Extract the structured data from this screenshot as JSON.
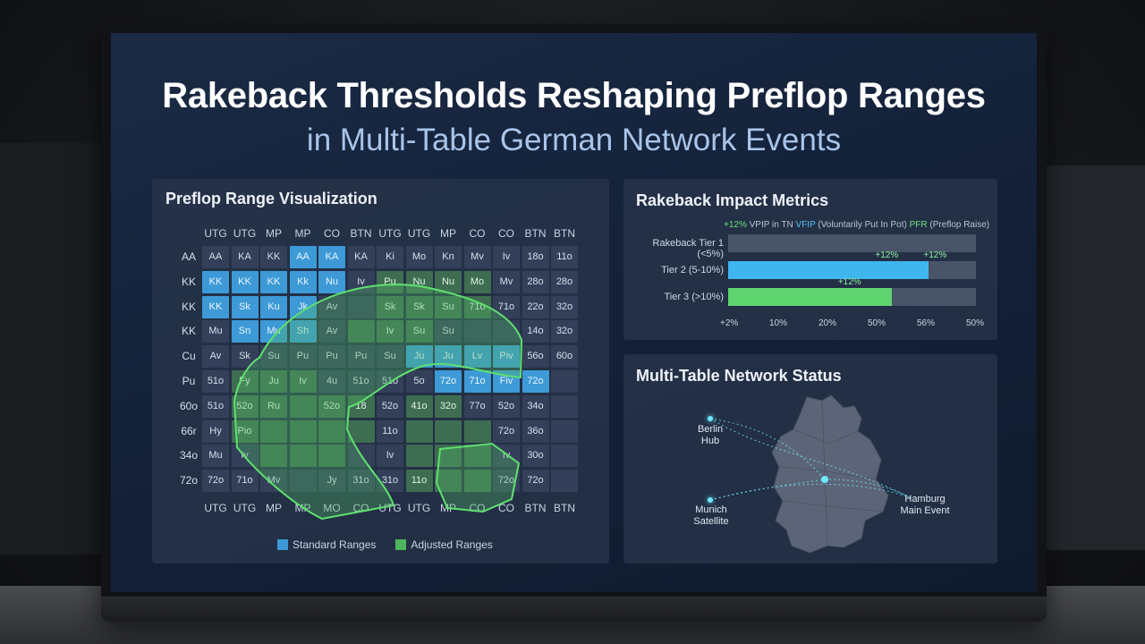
{
  "title": "Rakeback Thresholds Reshaping Preflop Ranges",
  "subtitle": "in Multi-Table German Network Events",
  "range_panel": {
    "title": "Preflop Range Visualization",
    "top_headers": [
      "UTG",
      "UTG",
      "MP",
      "MP",
      "CO",
      "BTN",
      "UTG",
      "UTG",
      "MP",
      "CO",
      "CO",
      "BTN",
      "BTN"
    ],
    "bottom_headers": [
      "UTG",
      "UTG",
      "MP",
      "MP",
      "MO",
      "CO",
      "UTG",
      "UTG",
      "MP",
      "CO",
      "CO",
      "BTN",
      "BTN"
    ],
    "row_labels": [
      "AA",
      "KK",
      "KK",
      "KK",
      "Cu",
      "Pu",
      "60o",
      "66r",
      "34o",
      "72o"
    ],
    "rows": [
      [
        "AA",
        "KA",
        "KK",
        "AA",
        "KA",
        "KA",
        "Ki",
        "Mo",
        "Kn",
        "Mv",
        "Iv",
        "18o",
        "11o"
      ],
      [
        "KK",
        "KK",
        "KK",
        "Kk",
        "Nu",
        "Iv",
        "Pu",
        "Nu",
        "Nu",
        "Mo",
        "Mv",
        "28o",
        "28o"
      ],
      [
        "KK",
        "Sk",
        "Ku",
        "Jk",
        "Av",
        "",
        "Sk",
        "Sk",
        "Su",
        "71o",
        "71o",
        "22o",
        "32o"
      ],
      [
        "Mu",
        "Sn",
        "Mu",
        "Sh",
        "Av",
        "",
        "Iv",
        "Su",
        "Su",
        "",
        "",
        "14o",
        "32o"
      ],
      [
        "Av",
        "Sk",
        "Su",
        "Pu",
        "Pu",
        "Pu",
        "Su",
        "Ju",
        "Ju",
        "Lv",
        "Piv",
        "56o",
        "60o"
      ],
      [
        "51o",
        "Fy",
        "Ju",
        "Iv",
        "4u",
        "51o",
        "51o",
        "5o",
        "72o",
        "71o",
        "Fiv",
        "72o",
        ""
      ],
      [
        "51o",
        "52o",
        "Ru",
        "",
        "52o",
        "18",
        "52o",
        "41o",
        "32o",
        "77o",
        "52o",
        "34o",
        ""
      ],
      [
        "Hy",
        "Pio",
        "",
        "",
        "",
        "",
        "11o",
        "",
        "",
        "",
        "72o",
        "36o",
        ""
      ],
      [
        "Mu",
        "Iv",
        "",
        "",
        "",
        "",
        "Iv",
        "",
        "",
        "",
        "Iv",
        "30o",
        ""
      ],
      [
        "72o",
        "71o",
        "Mv",
        "",
        "Jy",
        "31o",
        "31o",
        "11o",
        "",
        "",
        "72o",
        "72o",
        ""
      ]
    ],
    "legend": {
      "standard": "Standard Ranges",
      "adjusted": "Adjusted Ranges"
    },
    "colors": {
      "standard": "#3d9ad6",
      "adjusted": "#4fb35f",
      "outline": "#5fe06f"
    }
  },
  "metrics_panel": {
    "title": "Rakeback Impact Metrics",
    "note_prefix": "+12%",
    "note_text": "VPIP in TN",
    "note_vfip": "VFIP",
    "note_desc": "(Voluntarily Put In Pot)",
    "note_pfr": "PFR",
    "note_pfr_desc": "(Preflop Raise)",
    "bars": [
      {
        "label": "Rakeback Tier 1 (<5%)",
        "value": 0,
        "tag": ""
      },
      {
        "label": "Tier 2 (5-10%)",
        "value": 0.81,
        "tag": "+12%",
        "tag2": "+12%",
        "color": "#3fb6ee"
      },
      {
        "label": "Tier 3 (>10%)",
        "value": 0.66,
        "tag": "+12%",
        "color": "#5fd56f"
      }
    ],
    "x_ticks": [
      "+2%",
      "10%",
      "20%",
      "50%",
      "56%",
      "50%"
    ]
  },
  "network_panel": {
    "title": "Multi-Table Network Status",
    "nodes": [
      {
        "name": "Berlin",
        "sub": "Hub"
      },
      {
        "name": "Munich",
        "sub": "Satellite"
      },
      {
        "name": "Hamburg",
        "sub": "Main Event"
      }
    ]
  }
}
